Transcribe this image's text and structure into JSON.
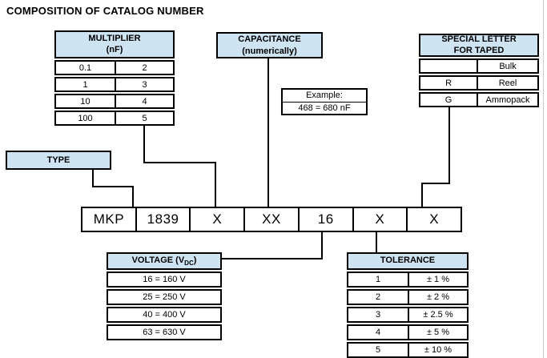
{
  "title": "COMPOSITION OF CATALOG NUMBER",
  "colors": {
    "header_fill": "#cfe4f2",
    "border": "#000000",
    "page_edge": "#cbcbcb"
  },
  "catalog_row": {
    "cells": [
      "MKP",
      "1839",
      "X",
      "XX",
      "16",
      "X",
      "X"
    ]
  },
  "boxes": {
    "type": {
      "label": "TYPE"
    },
    "capacitance": {
      "line1": "CAPACITANCE",
      "line2": "(numerically)"
    },
    "example": {
      "line1": "Example:",
      "line2": "468 = 680 nF"
    }
  },
  "tables": {
    "multiplier": {
      "title_line1": "MULTIPLIER",
      "title_line2": "(nF)",
      "rows": [
        [
          "0.1",
          "2"
        ],
        [
          "1",
          "3"
        ],
        [
          "10",
          "4"
        ],
        [
          "100",
          "5"
        ]
      ]
    },
    "special_letter": {
      "title_line1": "SPECIAL LETTER",
      "title_line2": "FOR TAPED",
      "rows": [
        [
          "",
          "Bulk"
        ],
        [
          "R",
          "Reel"
        ],
        [
          "G",
          "Ammopack"
        ]
      ]
    },
    "voltage": {
      "title_prefix": "VOLTAGE (V",
      "title_sub": "DC",
      "title_suffix": ")",
      "rows": [
        [
          "16 = 160 V"
        ],
        [
          "25 = 250 V"
        ],
        [
          "40 = 400 V"
        ],
        [
          "63 = 630 V"
        ]
      ]
    },
    "tolerance": {
      "title": "TOLERANCE",
      "rows": [
        [
          "1",
          "± 1 %"
        ],
        [
          "2",
          "± 2 %"
        ],
        [
          "3",
          "± 2.5 %"
        ],
        [
          "4",
          "± 5 %"
        ],
        [
          "5",
          "± 10 %"
        ]
      ]
    }
  }
}
